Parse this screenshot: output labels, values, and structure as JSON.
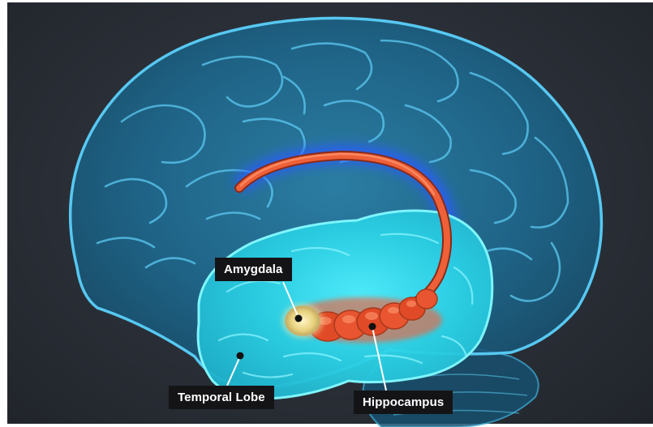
{
  "labels": {
    "amygdala": "Amygdala",
    "temporal_lobe": "Temporal Lobe",
    "hippocampus": "Hippocampus"
  },
  "colors": {
    "background": "#2a2f37",
    "brain_fill": "#1f6f96",
    "brain_outline": "#4cc3f2",
    "temporal_lobe": "#2ad4e6",
    "hippocampus": "#e8552e",
    "amygdala": "#e6d28a",
    "label_bg": "#141416",
    "label_text": "#ffffff"
  }
}
